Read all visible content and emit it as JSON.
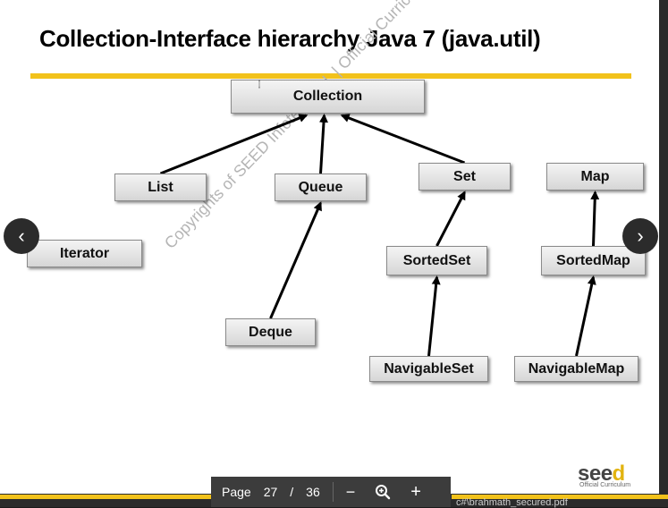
{
  "slide": {
    "title": "Collection-Interface hierarchy Java 7 (java.util)",
    "watermark": "Copyrights of SEED Infotech Ltd. | Official Curriculum"
  },
  "nodes": [
    {
      "id": "collection",
      "label": "Collection"
    },
    {
      "id": "list",
      "label": "List"
    },
    {
      "id": "queue",
      "label": "Queue"
    },
    {
      "id": "set",
      "label": "Set"
    },
    {
      "id": "map",
      "label": "Map"
    },
    {
      "id": "iterator",
      "label": "Iterator"
    },
    {
      "id": "sortedset",
      "label": "SortedSet"
    },
    {
      "id": "sortedmap",
      "label": "SortedMap"
    },
    {
      "id": "deque",
      "label": "Deque"
    },
    {
      "id": "navigableset",
      "label": "NavigableSet"
    },
    {
      "id": "navigablemap",
      "label": "NavigableMap"
    }
  ],
  "edges": [
    {
      "from": "list",
      "to": "collection"
    },
    {
      "from": "queue",
      "to": "collection"
    },
    {
      "from": "set",
      "to": "collection"
    },
    {
      "from": "deque",
      "to": "queue"
    },
    {
      "from": "sortedset",
      "to": "set"
    },
    {
      "from": "navigableset",
      "to": "sortedset"
    },
    {
      "from": "sortedmap",
      "to": "map"
    },
    {
      "from": "navigablemap",
      "to": "sortedmap"
    }
  ],
  "navigation": {
    "prev_icon": "chevron-left-icon",
    "next_icon": "chevron-right-icon",
    "prev_glyph": "‹",
    "next_glyph": "›"
  },
  "toolbar": {
    "page_label": "Page",
    "current_page": "27",
    "separator": "/",
    "total_pages": "36",
    "zoom_out_glyph": "−",
    "zoom_in_glyph": "+",
    "zoom_icon": "magnifier-plus-icon"
  },
  "logo": {
    "text_main": "see",
    "text_accent": "d",
    "tagline": "Official Curriculum"
  },
  "background_text": "c#\\brahmath_secured.pdf",
  "colors": {
    "accent_yellow": "#f2c21b",
    "toolbar_bg": "#3c3c3c",
    "node_border": "#8a8a8a"
  }
}
